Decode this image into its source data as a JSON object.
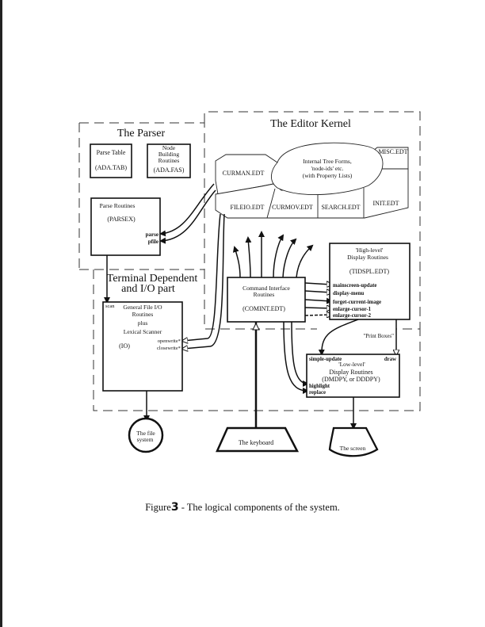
{
  "diagram": {
    "regions": {
      "parser": "The Parser",
      "editor_kernel": "The Editor Kernel",
      "terminal_line1": "Terminal Dependent",
      "terminal_line2": "and I/O part"
    },
    "parser": {
      "parse_table": [
        "Parse Table",
        "(ADA.TAB)"
      ],
      "node_building": [
        "Node",
        "Building",
        "Routines",
        "(ADA.FAS)"
      ],
      "parse_routines": [
        "Parse Routines",
        "(PARSEX)"
      ],
      "entry_parse": "parse",
      "entry_pfile": "pfile"
    },
    "kernel": {
      "tree_forms": [
        "Internal Tree Forms,",
        "'node-ids' etc.",
        "(with Property Lists)"
      ],
      "modules": [
        "CURMAN.EDT",
        "MISC.EDT",
        "FILEIO.EDT",
        "CURMOV.EDT",
        "SEARCH.EDT",
        "INIT.EDT"
      ]
    },
    "io": {
      "scan": "scan",
      "lines": [
        "General File I/O",
        "Routines",
        "plus",
        "Lexical Scanner"
      ],
      "code": "(IO)",
      "openwrite": "openwrite*",
      "closewrite": "closewrite*"
    },
    "comint": [
      "Command Interface",
      "Routines",
      "(COMINT.EDT)"
    ],
    "high_level": {
      "lines": [
        "'High-level'",
        "Display Routines",
        "(TIDSPL.EDT)"
      ],
      "entries": [
        "mainscreen-update",
        "display-menu",
        "forget-current-image",
        "enlarge-cursor-1",
        "enlarge-cursor-2"
      ]
    },
    "print_boxes": "\"Print Boxes\"",
    "low_level": {
      "simple_update": "simple-update",
      "draw": "draw",
      "lines": [
        "'Low-level'",
        "Display Routines",
        "(DMDPY, or DDDPY)"
      ],
      "highlight": "highlight",
      "replace": "replace"
    },
    "devices": {
      "file_system": [
        "The file",
        "system"
      ],
      "keyboard": "The keyboard",
      "screen": "The screen"
    }
  },
  "caption": {
    "prefix": "Figure",
    "number": "3",
    "text": " - The logical components of the system."
  }
}
